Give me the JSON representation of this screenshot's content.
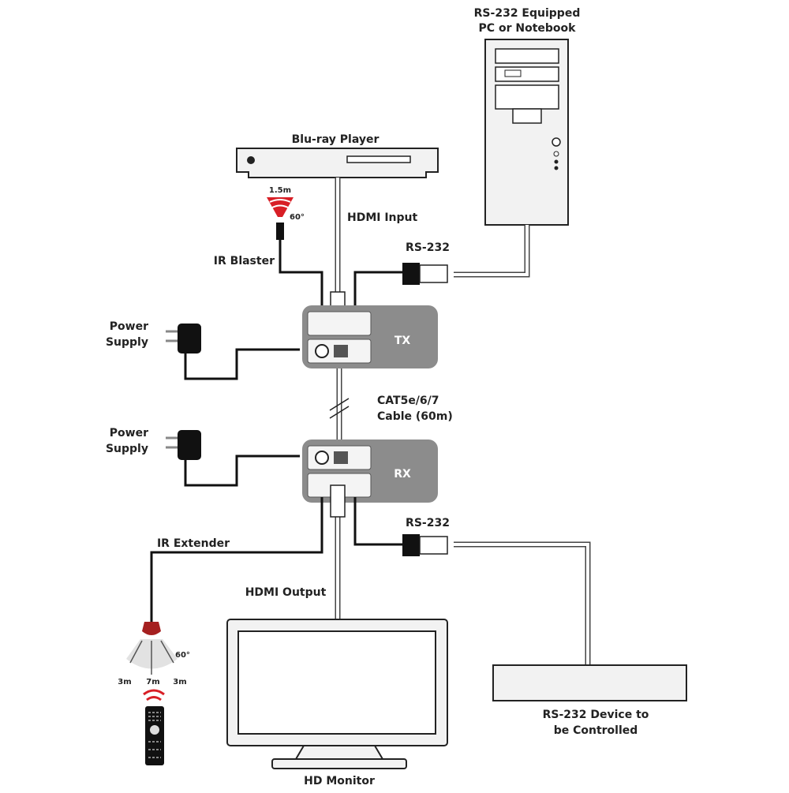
{
  "labels": {
    "pc": [
      "RS-232 Equipped",
      "PC or Notebook"
    ],
    "bluray": "Blu-ray Player",
    "hdmi_input": "HDMI Input",
    "ir_blaster": "IR Blaster",
    "ir_blaster_range": "1.5m",
    "ir_blaster_angle": "60°",
    "rs232_top": "RS-232",
    "power_supply_tx": [
      "Power",
      "Supply"
    ],
    "tx": "TX",
    "cable": [
      "CAT5e/6/7",
      "Cable (60m)"
    ],
    "power_supply_rx": [
      "Power",
      "Supply"
    ],
    "rx": "RX",
    "ir_extender": "IR Extender",
    "rs232_bottom": "RS-232",
    "hdmi_output": "HDMI Output",
    "ir_angle": "60°",
    "ir_ranges": [
      "3m",
      "7m",
      "3m"
    ],
    "monitor": "HD Monitor",
    "rs232_device": [
      "RS-232 Device to",
      "be Controlled"
    ]
  },
  "colors": {
    "box": "#8c8c8c",
    "ir_red": "#d81f26",
    "outline": "#222222"
  }
}
